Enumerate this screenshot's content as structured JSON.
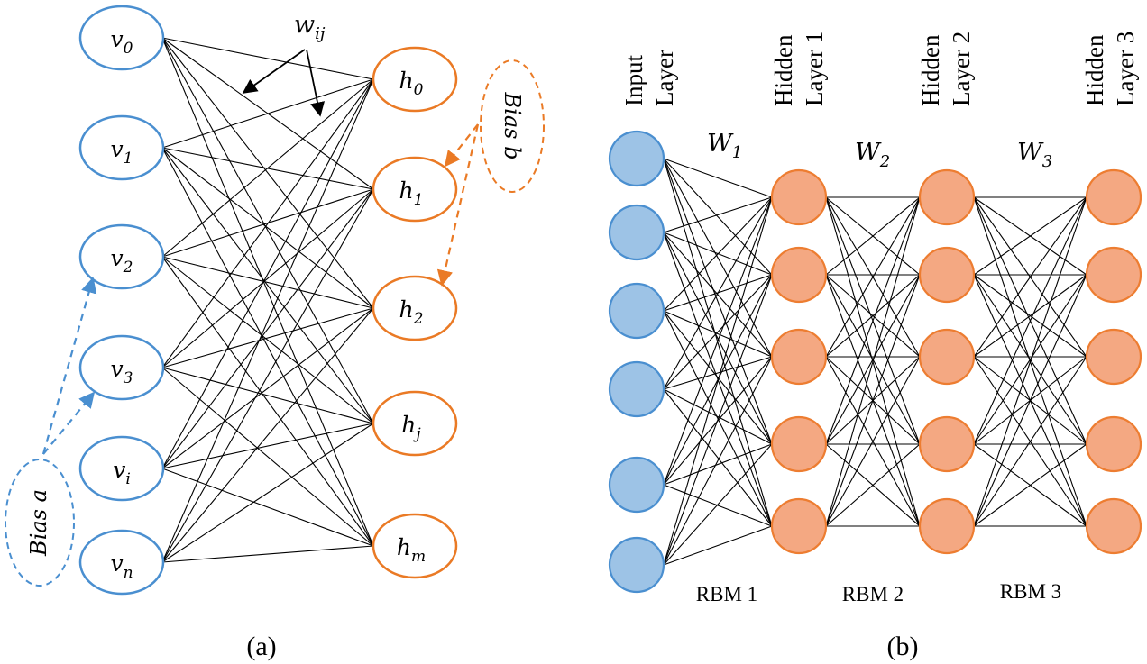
{
  "colors": {
    "visible_stroke": "#4a8fd0",
    "hidden_stroke": "#ea7a25",
    "input_fill": "#9dc3e6",
    "hidden_fill": "#f4a882",
    "hidden_node_stroke": "#ed7d31",
    "edge": "#000000"
  },
  "panel_a": {
    "caption": "(a)",
    "visible_units": [
      {
        "base": "v",
        "sub": "0"
      },
      {
        "base": "v",
        "sub": "1"
      },
      {
        "base": "v",
        "sub": "2"
      },
      {
        "base": "v",
        "sub": "3"
      },
      {
        "base": "v",
        "sub": "i"
      },
      {
        "base": "v",
        "sub": "n"
      }
    ],
    "hidden_units": [
      {
        "base": "h",
        "sub": "0"
      },
      {
        "base": "h",
        "sub": "1"
      },
      {
        "base": "h",
        "sub": "2"
      },
      {
        "base": "h",
        "sub": "j"
      },
      {
        "base": "h",
        "sub": "m"
      }
    ],
    "weight_label": {
      "base": "w",
      "sub": "ij"
    },
    "bias_visible": "Bias a",
    "bias_hidden": "Bias b"
  },
  "panel_b": {
    "caption": "(b)",
    "layers": [
      {
        "line1": "Input",
        "line2": "Layer",
        "units": 6
      },
      {
        "line1": "Hidden",
        "line2": "Layer 1",
        "units": 5
      },
      {
        "line1": "Hidden",
        "line2": "Layer 2",
        "units": 5
      },
      {
        "line1": "Hidden",
        "line2": "Layer 3",
        "units": 5
      }
    ],
    "weights": [
      {
        "base": "W",
        "sub": "1"
      },
      {
        "base": "W",
        "sub": "2"
      },
      {
        "base": "W",
        "sub": "3"
      }
    ],
    "rbm_labels": [
      "RBM 1",
      "RBM 2",
      "RBM 3"
    ]
  }
}
